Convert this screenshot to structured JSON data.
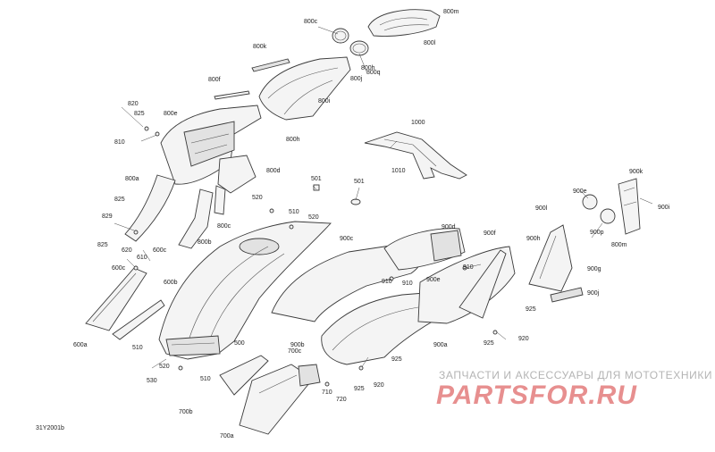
{
  "diagram": {
    "reference_code": "31Y2001b",
    "callouts": [
      {
        "id": "800c",
        "label": "800c"
      },
      {
        "id": "800h-top",
        "label": "800h"
      },
      {
        "id": "800m-top",
        "label": "800m"
      },
      {
        "id": "800l",
        "label": "800l"
      },
      {
        "id": "800k",
        "label": "800k"
      },
      {
        "id": "800j",
        "label": "800j"
      },
      {
        "id": "800q",
        "label": "800q"
      },
      {
        "id": "800f",
        "label": "800f"
      },
      {
        "id": "800i",
        "label": "800i"
      },
      {
        "id": "800h-mid",
        "label": "800h"
      },
      {
        "id": "820",
        "label": "820"
      },
      {
        "id": "825a",
        "label": "825"
      },
      {
        "id": "800e",
        "label": "800e"
      },
      {
        "id": "810a",
        "label": "810"
      },
      {
        "id": "1000",
        "label": "1000"
      },
      {
        "id": "800d",
        "label": "800d"
      },
      {
        "id": "800a",
        "label": "800a"
      },
      {
        "id": "1010",
        "label": "1010"
      },
      {
        "id": "501",
        "label": "501"
      },
      {
        "id": "501a",
        "label": "501"
      },
      {
        "id": "900k",
        "label": "900k"
      },
      {
        "id": "900e",
        "label": "900e"
      },
      {
        "id": "900i",
        "label": "900i"
      },
      {
        "id": "900l",
        "label": "900l"
      },
      {
        "id": "825b",
        "label": "825"
      },
      {
        "id": "520a",
        "label": "520"
      },
      {
        "id": "800c-low",
        "label": "800c"
      },
      {
        "id": "510a",
        "label": "510"
      },
      {
        "id": "520b",
        "label": "520"
      },
      {
        "id": "829",
        "label": "829"
      },
      {
        "id": "825c",
        "label": "825"
      },
      {
        "id": "900h",
        "label": "900h"
      },
      {
        "id": "900p",
        "label": "900p"
      },
      {
        "id": "800m-right",
        "label": "800m"
      },
      {
        "id": "900d",
        "label": "900d"
      },
      {
        "id": "900f",
        "label": "900f"
      },
      {
        "id": "800b",
        "label": "800b"
      },
      {
        "id": "900c",
        "label": "900c"
      },
      {
        "id": "620",
        "label": "620"
      },
      {
        "id": "600c",
        "label": "600c"
      },
      {
        "id": "610",
        "label": "610"
      },
      {
        "id": "910a",
        "label": "910"
      },
      {
        "id": "900g",
        "label": "900g"
      },
      {
        "id": "600c-b",
        "label": "600c"
      },
      {
        "id": "600b",
        "label": "600b"
      },
      {
        "id": "910b",
        "label": "910"
      },
      {
        "id": "910c",
        "label": "910"
      },
      {
        "id": "900e-low",
        "label": "900e"
      },
      {
        "id": "900j",
        "label": "900j"
      },
      {
        "id": "925a",
        "label": "925"
      },
      {
        "id": "600a",
        "label": "600a"
      },
      {
        "id": "500",
        "label": "500"
      },
      {
        "id": "900b",
        "label": "900b"
      },
      {
        "id": "900a",
        "label": "900a"
      },
      {
        "id": "920a",
        "label": "920"
      },
      {
        "id": "925b",
        "label": "925"
      },
      {
        "id": "510b",
        "label": "510"
      },
      {
        "id": "700c",
        "label": "700c"
      },
      {
        "id": "520c",
        "label": "520"
      },
      {
        "id": "925c",
        "label": "925"
      },
      {
        "id": "530",
        "label": "530"
      },
      {
        "id": "510c",
        "label": "510"
      },
      {
        "id": "710",
        "label": "710"
      },
      {
        "id": "720",
        "label": "720"
      },
      {
        "id": "925d",
        "label": "925"
      },
      {
        "id": "920b",
        "label": "920"
      },
      {
        "id": "700b",
        "label": "700b"
      },
      {
        "id": "700a",
        "label": "700a"
      }
    ]
  },
  "watermark": {
    "tagline": "ЗАПЧАСТИ И АКСЕССУАРЫ ДЛЯ МОТОТЕХНИКИ",
    "logo_text": "PARTSFOR.RU",
    "logo_color": "#e06a6a"
  }
}
